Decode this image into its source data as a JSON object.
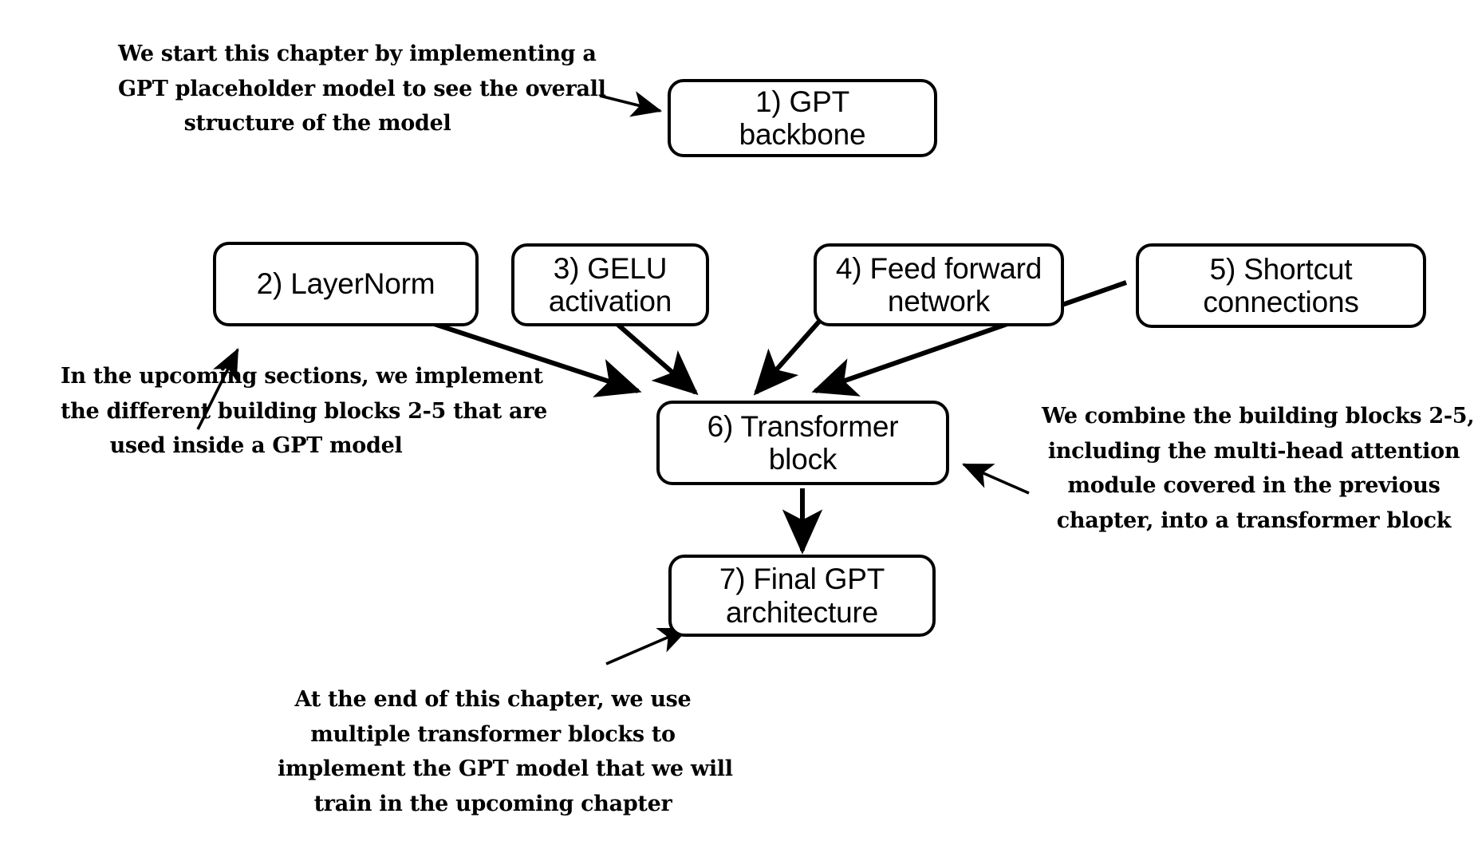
{
  "figure": {
    "kind": "flow-diagram",
    "background_color": "#ffffff",
    "stroke_color": "#000000",
    "box_fill_color": "#ffffff"
  },
  "nodes": {
    "gpt_backbone": {
      "label_line1": "1) GPT",
      "label_line2": "backbone"
    },
    "layernorm": {
      "label_line1": "2) LayerNorm",
      "label_line2": ""
    },
    "gelu": {
      "label_line1": "3) GELU",
      "label_line2": "activation"
    },
    "feed_forward": {
      "label_line1": "4) Feed forward",
      "label_line2": "network"
    },
    "shortcut": {
      "label_line1": "5) Shortcut",
      "label_line2": "connections"
    },
    "transformer_block": {
      "label_line1": "6) Transformer",
      "label_line2": "block"
    },
    "final_gpt": {
      "label_line1": "7) Final GPT",
      "label_line2": "architecture"
    }
  },
  "annotations": {
    "top_left": {
      "lines": [
        "We start this chapter by implementing a",
        "GPT placeholder model to see the overall",
        "structure of the model"
      ]
    },
    "mid_left": {
      "lines": [
        "In the upcoming sections, we implement",
        "the different building blocks 2-5 that are",
        "used inside a GPT model"
      ]
    },
    "right": {
      "lines": [
        "We combine the building blocks 2-5,",
        "including the multi-head attention",
        "module covered in the previous",
        "chapter, into a transformer block"
      ]
    },
    "bottom": {
      "lines": [
        "At the end of this chapter, we use",
        "multiple transformer blocks to",
        "implement the GPT model that we will",
        "train in the upcoming chapter"
      ]
    }
  },
  "edges": [
    {
      "from": "note-top-left",
      "to": "gpt-backbone",
      "style": "thin"
    },
    {
      "from": "layernorm",
      "to": "transformer-block",
      "style": "thick"
    },
    {
      "from": "gelu",
      "to": "transformer-block",
      "style": "thick"
    },
    {
      "from": "feed-forward",
      "to": "transformer-block",
      "style": "thick"
    },
    {
      "from": "shortcut",
      "to": "transformer-block",
      "style": "thick"
    },
    {
      "from": "transformer-block",
      "to": "final-gpt",
      "style": "thick"
    },
    {
      "from": "note-mid-left",
      "to": "layernorm",
      "style": "thin"
    },
    {
      "from": "note-right",
      "to": "transformer-block",
      "style": "thin"
    },
    {
      "from": "note-bottom",
      "to": "final-gpt",
      "style": "thin"
    }
  ]
}
